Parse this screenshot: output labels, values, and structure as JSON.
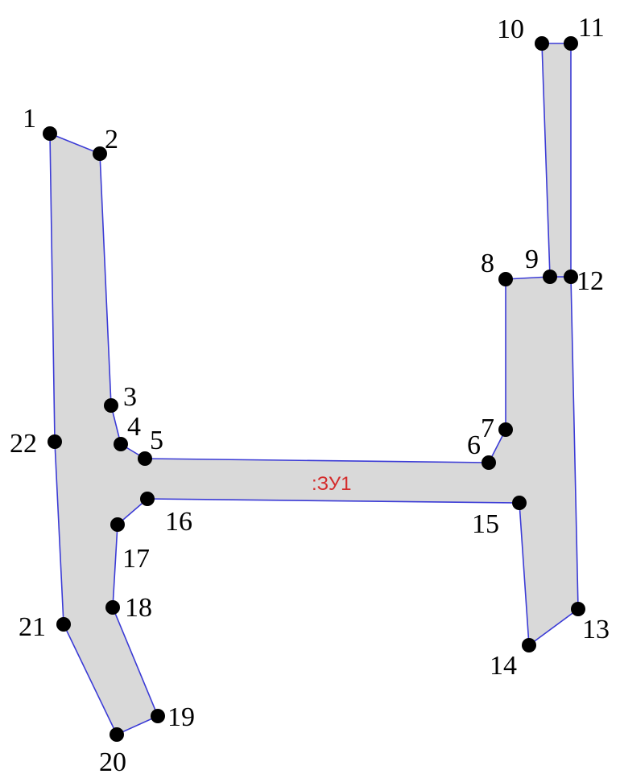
{
  "plot": {
    "zone_label": ":ЗУ1",
    "colors": {
      "fill": "#d9d9d9",
      "outline": "#3b3bd6",
      "point": "#000000",
      "zone_label": "#d42b2b"
    },
    "points": [
      {
        "id": "1",
        "label": "1"
      },
      {
        "id": "2",
        "label": "2"
      },
      {
        "id": "3",
        "label": "3"
      },
      {
        "id": "4",
        "label": "4"
      },
      {
        "id": "5",
        "label": "5"
      },
      {
        "id": "6",
        "label": "6"
      },
      {
        "id": "7",
        "label": "7"
      },
      {
        "id": "8",
        "label": "8"
      },
      {
        "id": "9",
        "label": "9"
      },
      {
        "id": "10",
        "label": "10"
      },
      {
        "id": "11",
        "label": "11"
      },
      {
        "id": "12",
        "label": "12"
      },
      {
        "id": "13",
        "label": "13"
      },
      {
        "id": "14",
        "label": "14"
      },
      {
        "id": "15",
        "label": "15"
      },
      {
        "id": "16",
        "label": "16"
      },
      {
        "id": "17",
        "label": "17"
      },
      {
        "id": "18",
        "label": "18"
      },
      {
        "id": "19",
        "label": "19"
      },
      {
        "id": "20",
        "label": "20"
      },
      {
        "id": "21",
        "label": "21"
      },
      {
        "id": "22",
        "label": "22"
      }
    ]
  }
}
